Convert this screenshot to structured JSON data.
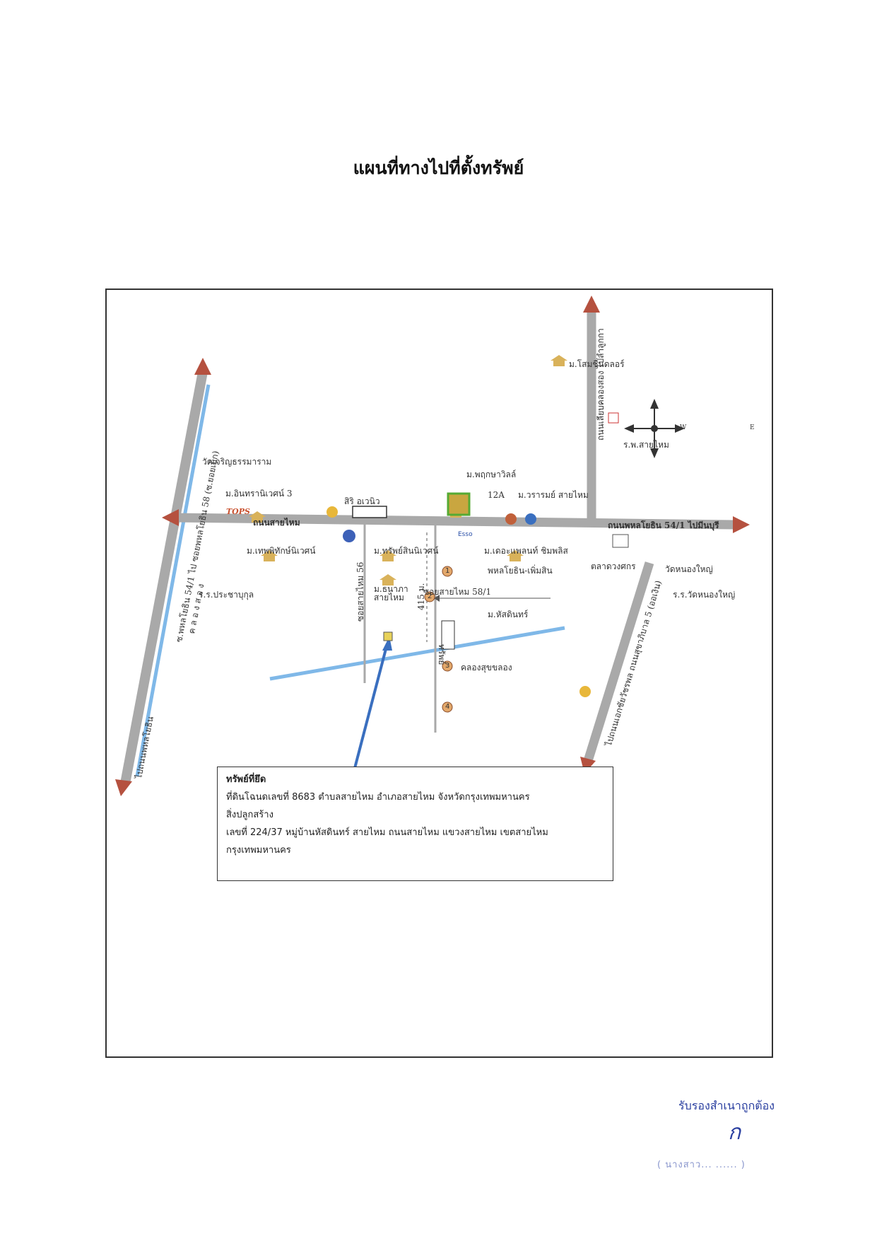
{
  "page": {
    "title": "แผนที่ทางไปที่ตั้งทรัพย์"
  },
  "roads": {
    "sai_mai": "ถนนสายไหม",
    "phahon_right": "ถนนพหลโยธิน 54/1 ไปมีนบุรี",
    "left_road": "ซ.พหลโยธิน 54/1 ไป ซอยพหลโยธิน 58 (ซ.ยอยเม็ก)",
    "left_road_bottom": "ไปถนนพหลโยธิน",
    "top_right_road": "ถนนเลียบคลองสอง ไปลำลูกกา",
    "right_road": "ไปถนนเอกชัยวัชรพล ถนนสุขาภิบาล 5 (ออเงิน)",
    "soi_56": "ซอยสายไหม 56",
    "soi_58_1": "ซอยสายไหม 58/1",
    "soi_58_1_vertical": "415 ม.",
    "canal_left": "ค ล อ ง ส อ ง",
    "canal_bottom": "คลองสุขขลอง"
  },
  "places": {
    "village_top_right": "ม.โสมชื่นดลอร์",
    "hospital": "ร.พ.สายไหม",
    "temple_left": "วัดเจริญธรรมาราม",
    "village_inthra": "ม.อินทรานิเวศน์ 3",
    "tops": "TOPS",
    "srisawai": "สิริ อเวนิว",
    "village_phruksa": "ม.พฤกษาวิลล์",
    "twelve_a": "12A",
    "village_warn": "ม.วรารมย์ สายไหม",
    "village_thep": "ม.เทพพิทักษ์นิเวศน์",
    "village_sapsin": "ม.ทรัพย์สินนิเวศน์",
    "village_thanya": "ม.ธนาภา สายไหม",
    "village_deliphon": "ม.เดอะแพลนท์ ชิมพลิส",
    "village_phahonyothin": "พหลโยธิน-เพิ่มสิน",
    "market": "ตลาดวงศกร",
    "temple_right": "วัดหนองใหญ่",
    "school_right": "ร.ร.วัดหนองใหญ่",
    "school_left": "ร.ร.ประชาบุกุล",
    "village_hasdin": "ม.หัสดินทร์",
    "target_label": "ทรัพย์",
    "esso": "Esso",
    "compass_w": "W",
    "compass_e": "E"
  },
  "poi_numbers": [
    "1",
    "2",
    "3",
    "4"
  ],
  "info": {
    "heading": "ทรัพย์ที่ยึด",
    "line1": "ที่ดินโฉนดเลขที่ 8683 ตำบลสายไหม อำเภอสายไหม  จังหวัดกรุงเทพมหานคร",
    "line2": "สิ่งปลูกสร้าง",
    "line3": "เลขที่ 224/37 หมู่บ้านหัสดินทร์ สายไหม ถนนสายไหม แขวงสายไหม เขตสายไหม",
    "line4": "กรุงเทพมหานคร"
  },
  "certification": {
    "text": "รับรองสำเนาถูกต้อง",
    "signature": "ก",
    "name": "( นางสาว...  ...... )"
  },
  "colors": {
    "road": "#a9a9a9",
    "canal": "#7fb8e8",
    "arrow_head": "#b5513f",
    "pointer": "#3a6fbf",
    "house": "#d9b25a",
    "target": "#e8d25a"
  }
}
